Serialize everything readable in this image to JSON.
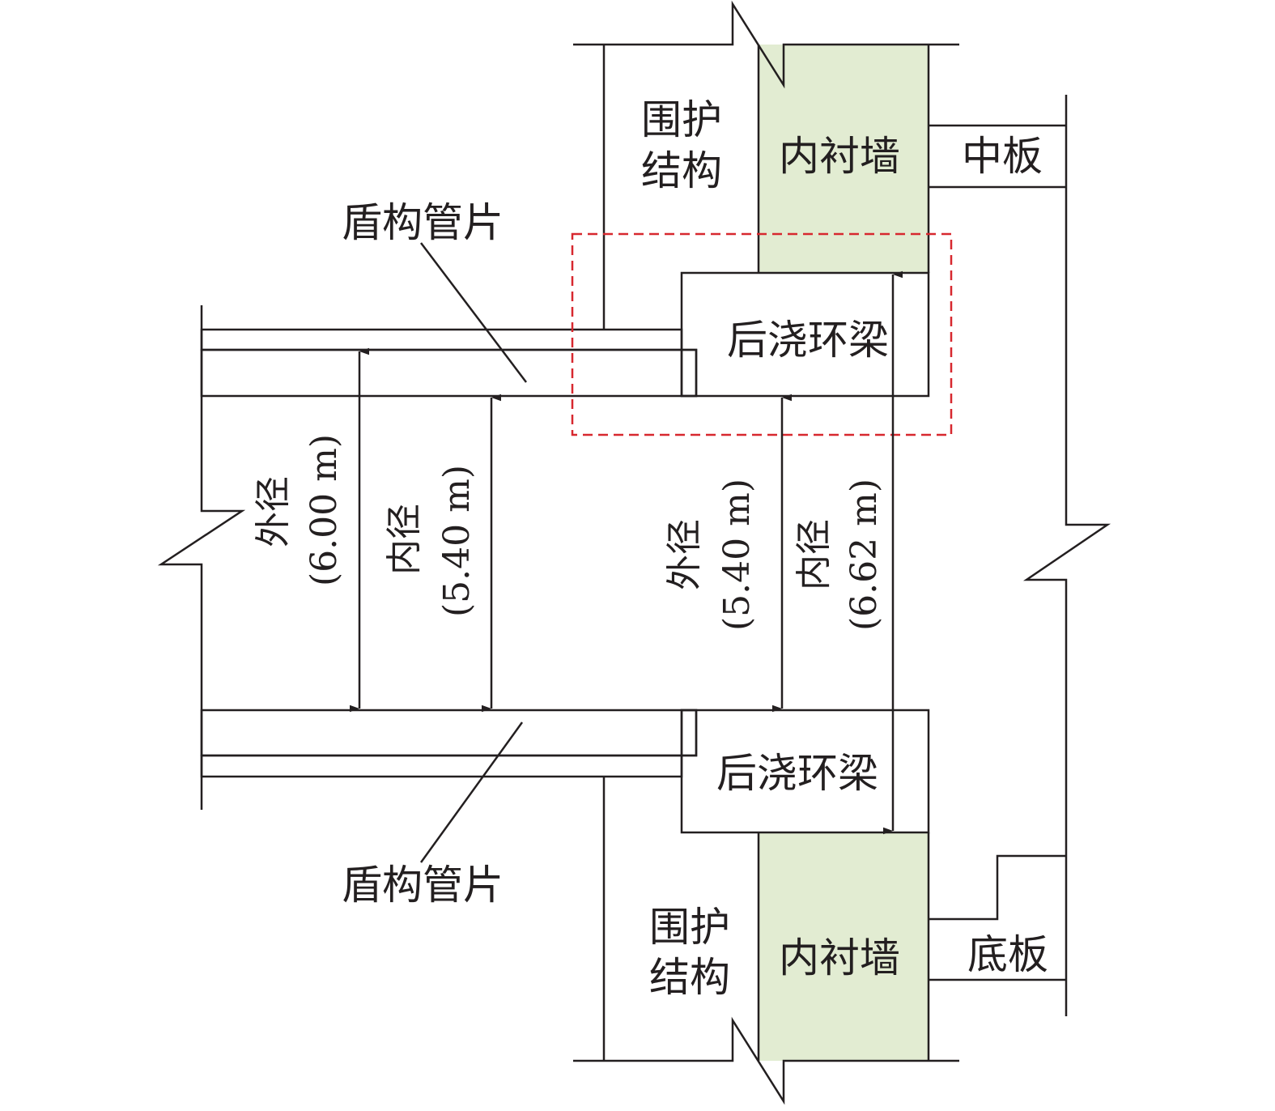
{
  "labels": {
    "shield_segment_top": "盾构管片",
    "shield_segment_bottom": "盾构管片",
    "retaining_structure_top": [
      "围护",
      "结构"
    ],
    "retaining_structure_bottom": [
      "围护",
      "结构"
    ],
    "lining_wall_top": "内衬墙",
    "lining_wall_bottom": "内衬墙",
    "middle_slab": "中板",
    "bottom_slab": "底板",
    "ring_beam_top": "后浇环梁",
    "ring_beam_bottom": "后浇环梁"
  },
  "dimensions": {
    "segment_outer": {
      "label": "外径",
      "value": "(6.00 m)"
    },
    "segment_inner": {
      "label": "内径",
      "value": "(5.40 m)"
    },
    "beam_outer": {
      "label": "外径",
      "value": "(5.40 m)"
    },
    "beam_inner": {
      "label": "内径",
      "value": "(6.62 m)"
    }
  },
  "colors": {
    "lining_wall": "#e2ecd2",
    "ring_beam": "#aed8de",
    "segment": "#dcdcdc",
    "segment_strip": "#f2f2f2",
    "highlight_box": "#d7282f",
    "line": "#231f20"
  }
}
